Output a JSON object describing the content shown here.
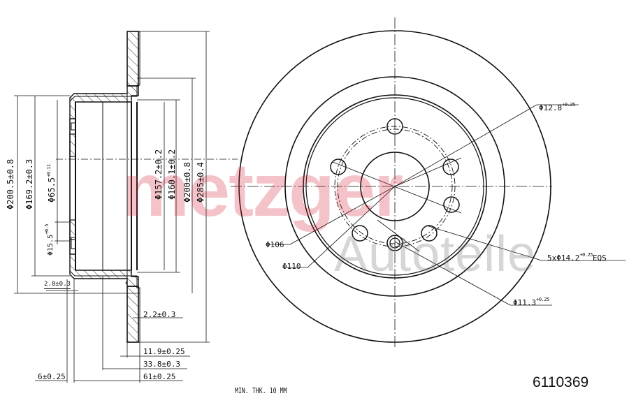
{
  "document": {
    "type": "brake disc technical drawing",
    "part_number": "6110369",
    "note": "MIN. THK. 10 MM"
  },
  "watermark": {
    "brand": "metzger",
    "sub": "Autoteile",
    "brand_color": "#d6283c",
    "sub_color": "#787878"
  },
  "section_view": {
    "vertical_dimensions": [
      {
        "id": "d200_5",
        "text": "Φ200.5±0.8"
      },
      {
        "id": "d169_2",
        "text": "Φ169.2±0.3"
      },
      {
        "id": "d65_5",
        "text": "Φ65.5",
        "tol_upper": "+0.11",
        "tol_lower": "0"
      },
      {
        "id": "d15_5",
        "text": "Φ15.5",
        "tol_upper": "+0.5",
        "tol_lower": "0"
      },
      {
        "id": "d157_2",
        "text": "Φ157.2±0.2"
      },
      {
        "id": "d160_1",
        "text": "Φ160.1±0.2"
      },
      {
        "id": "d200",
        "text": "Φ200±0.8"
      },
      {
        "id": "d285",
        "text": "Φ285±0.4"
      }
    ],
    "horizontal_dimensions": [
      {
        "id": "t2_8",
        "text": "2.8±0.3"
      },
      {
        "id": "t2_2",
        "text": "2.2±0.3"
      },
      {
        "id": "t11_9",
        "text": "11.9±0.25"
      },
      {
        "id": "t33_8",
        "text": "33.8±0.3"
      },
      {
        "id": "t6",
        "text": "6±0.25"
      },
      {
        "id": "t61",
        "text": "61±0.25"
      }
    ]
  },
  "front_view": {
    "callouts": [
      {
        "id": "hole12_8",
        "text": "Φ12.8",
        "tol_upper": "+0.25",
        "tol_lower": "0"
      },
      {
        "id": "bolt14_2",
        "text": "5xΦ14.2",
        "tol_upper": "+0.25",
        "tol_lower": "0",
        "suffix": "EQS"
      },
      {
        "id": "hole11_3",
        "text": "Φ11.3",
        "tol_upper": "+0.25",
        "tol_lower": "0"
      },
      {
        "id": "d106",
        "text": "Φ106"
      },
      {
        "id": "d110",
        "text": "Φ110"
      }
    ]
  }
}
